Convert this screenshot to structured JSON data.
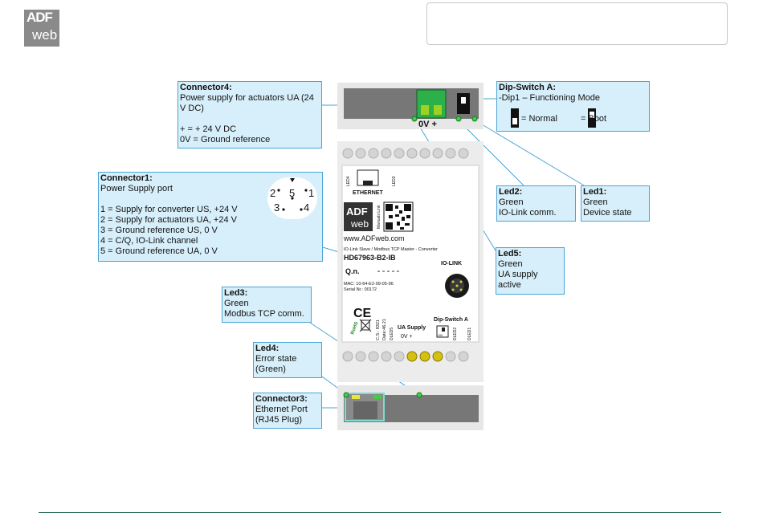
{
  "logo": {
    "line1": "ADF",
    "line2": "web"
  },
  "callouts": {
    "connector4": {
      "title": "Connector4:",
      "lines": [
        "Power supply for actuators UA (24",
        "V DC)",
        "",
        "+ = + 24 V DC",
        "0V = Ground reference"
      ]
    },
    "dipswitch": {
      "title": "Dip-Switch A:",
      "lines": [
        "-Dip1 – Functioning Mode"
      ],
      "normal": "= Normal",
      "boot": "= Boot"
    },
    "connector1": {
      "title": "Connector1:",
      "lines": [
        "Power Supply port",
        "",
        "1 = Supply for converter US, +24 V",
        "2 = Supply for actuators UA, +24 V",
        "3 = Ground reference US, 0 V",
        "4 = C/Q, IO-Link channel",
        "5 = Ground reference UA, 0 V"
      ]
    },
    "led2": {
      "title": "Led2:",
      "lines": [
        "Green",
        "IO-Link comm."
      ]
    },
    "led1": {
      "title": "Led1:",
      "lines": [
        "Green",
        "Device state"
      ]
    },
    "led5": {
      "title": "Led5:",
      "lines": [
        "Green",
        "UA supply",
        "active"
      ]
    },
    "led3": {
      "title": "Led3:",
      "lines": [
        "Green",
        "Modbus TCP comm."
      ]
    },
    "led4": {
      "title": "Led4:",
      "lines": [
        "Error state",
        "(Green)"
      ]
    },
    "connector3": {
      "title": "Connector3:",
      "lines": [
        "Ethernet Port",
        "(RJ45 Plug)"
      ]
    }
  },
  "pinout": {
    "p1": "1",
    "p2": "2",
    "p3": "3",
    "p4": "4",
    "p5": "5"
  },
  "device": {
    "ua_label": "0V  +",
    "ethernet": "ETHERNET",
    "led_left": "LED4",
    "led_right": "LED3",
    "brand": "www.ADFweb.com",
    "manuals": "Manuals Link",
    "desc": "IO-Link Slave / Modbus TCP Master - Converter",
    "model": "HD67963-B2-IB",
    "qn": "Q.n.",
    "mac": "MAC: 10-64-E2-09-05-96",
    "serial": "Serial Nr.: 00172",
    "iolink": "IO-LINK",
    "ce": "CE",
    "rohs": "RoHS",
    "cs": "C.S.: 8321",
    "date": "Date:46.21",
    "led5": "DLED5",
    "ua_supply": "UA Supply",
    "ua_pins": "0V    +",
    "dip_label": "Dip-Switch A",
    "dled2": "DLED2",
    "dled1": "DLED1",
    "on": "ON"
  },
  "colors": {
    "callout_bg": "#d7effa",
    "callout_border": "#4aa3d6",
    "led_green": "#44cc44",
    "terminal_green": "#1fa34a",
    "led_yellow": "#d4c010"
  }
}
